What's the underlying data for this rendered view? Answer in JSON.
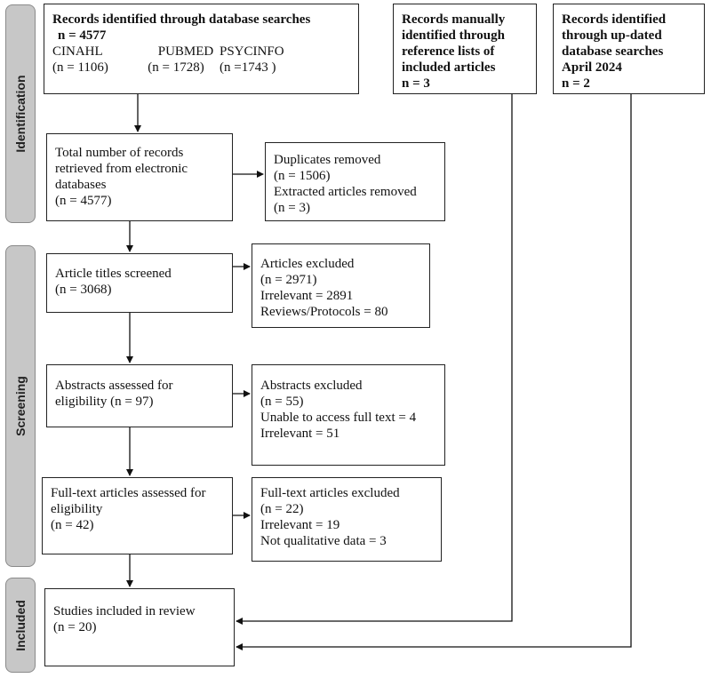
{
  "stages": {
    "identification": "Identification",
    "screening": "Screening",
    "included": "Included"
  },
  "boxes": {
    "database_search": {
      "title": "Records identified through database searches",
      "count": "n = 4577",
      "databases": [
        {
          "name": "CINAHL",
          "count": "(n = 1106)"
        },
        {
          "name": "PUBMED",
          "count": "(n = 1728)"
        },
        {
          "name": "PSYCINFO",
          "count": "(n =1743 )"
        }
      ]
    },
    "manual_records": {
      "lines": [
        "Records manually",
        "identified through",
        "reference lists of",
        "included articles",
        "n = 3"
      ]
    },
    "updated_search": {
      "lines": [
        "Records identified",
        "through up-dated",
        "database searches",
        "April 2024",
        "n = 2"
      ]
    },
    "total_records": {
      "lines": [
        "Total number of records",
        "retrieved from electronic",
        "databases",
        "(n = 4577)"
      ]
    },
    "duplicates_removed": {
      "lines": [
        "Duplicates removed",
        "(n = 1506)",
        "Extracted articles removed",
        "(n = 3)"
      ]
    },
    "titles_screened": {
      "lines": [
        "Article titles screened",
        "(n = 3068)"
      ]
    },
    "articles_excluded": {
      "lines": [
        "Articles excluded",
        "(n = 2971)",
        "Irrelevant = 2891",
        "Reviews/Protocols = 80"
      ]
    },
    "abstracts_assessed": {
      "lines": [
        "Abstracts assessed for",
        "eligibility (n = 97)"
      ]
    },
    "abstracts_excluded": {
      "lines": [
        "Abstracts excluded",
        "(n = 55)",
        "Unable to access full text = 4",
        "Irrelevant = 51"
      ]
    },
    "fulltext_assessed": {
      "lines": [
        "Full-text articles assessed for",
        "eligibility",
        "(n = 42)"
      ]
    },
    "fulltext_excluded": {
      "lines": [
        "Full-text articles excluded",
        "(n = 22)",
        "Irrelevant = 19",
        "Not qualitative data = 3"
      ]
    },
    "included_studies": {
      "lines": [
        "Studies included in review",
        "(n = 20)"
      ]
    }
  }
}
